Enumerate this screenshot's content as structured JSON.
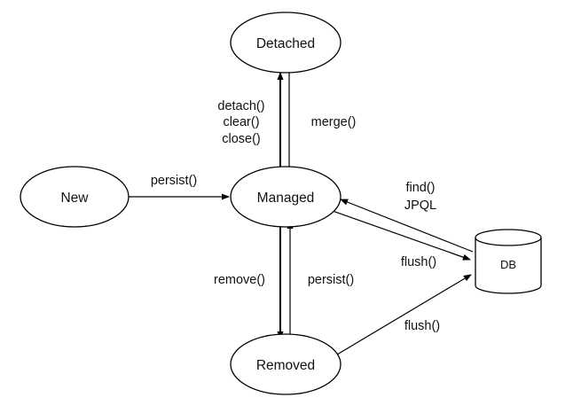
{
  "nodes": {
    "detached": "Detached",
    "new": "New",
    "managed": "Managed",
    "removed": "Removed",
    "db": "DB"
  },
  "edges": {
    "detach_lines": [
      "detach()",
      "clear()",
      "close()"
    ],
    "merge": "merge()",
    "persist_new": "persist()",
    "find_lines": [
      "find()",
      "JPQL"
    ],
    "flush_managed": "flush()",
    "remove": "remove()",
    "persist_removed": "persist()",
    "flush_removed": "flush()"
  },
  "colors": {
    "stroke": "#000000",
    "fill": "#ffffff",
    "text": "#111111"
  }
}
